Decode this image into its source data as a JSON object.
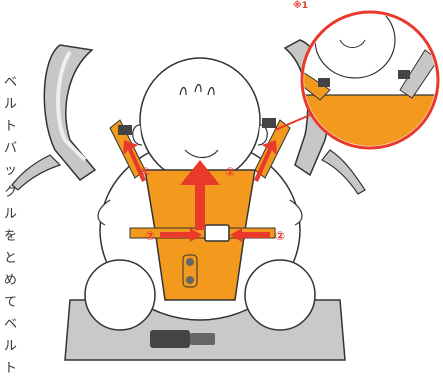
{
  "note_mark": "※1",
  "side_caption": "ベルトバックルをとめてベルト",
  "steps": {
    "one": "①",
    "two": "②"
  },
  "colors": {
    "orange": "#f39a1e",
    "red": "#e8392b",
    "strap_gray": "#bfbfbf",
    "outline": "#333333"
  }
}
